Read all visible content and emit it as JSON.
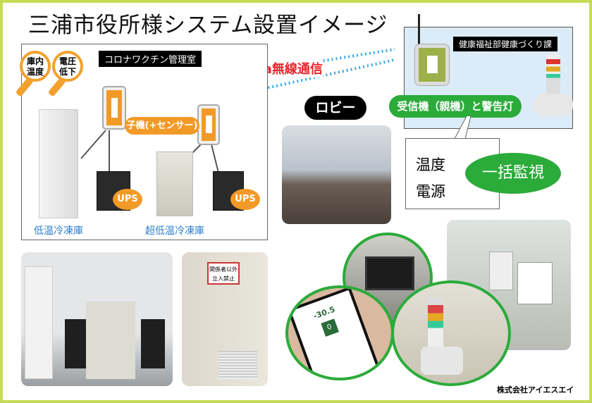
{
  "title": "三浦市役所様システム設置イメージ",
  "left_panel": {
    "room_label": "コロナワクチン管理室",
    "magnifiers": [
      "庫内\n温度",
      "電圧\n低下"
    ],
    "magnifier_lines": [
      [
        "庫内",
        "温度"
      ],
      [
        "電圧",
        "低下"
      ]
    ],
    "child_unit_label": "子機(+センサー)",
    "ups_label": "UPS",
    "freezer_label": "低温冷凍庫",
    "ultra_freezer_label": "超低温冷凍庫"
  },
  "wireless_label": "LoRa無線通信",
  "lobby_label": "ロビー",
  "right_panel": {
    "dept_label": "健康福祉部健康づくり課",
    "receiver_label": "受信機（親機）と警告灯"
  },
  "monitor_box": {
    "items": [
      "温度",
      "電源"
    ],
    "badge": "一括監視"
  },
  "door_sign": [
    "関係者以外",
    "立入禁止"
  ],
  "phone_reading": "-30.5",
  "phone_count": "0",
  "footer": "株式会社アイエスエイ",
  "colors": {
    "accent_orange": "#f29a27",
    "accent_green": "#2bab3a",
    "wireless_red": "#e8262b",
    "wave_blue": "#3aa6e0",
    "frame_lime": "#c6db55"
  }
}
